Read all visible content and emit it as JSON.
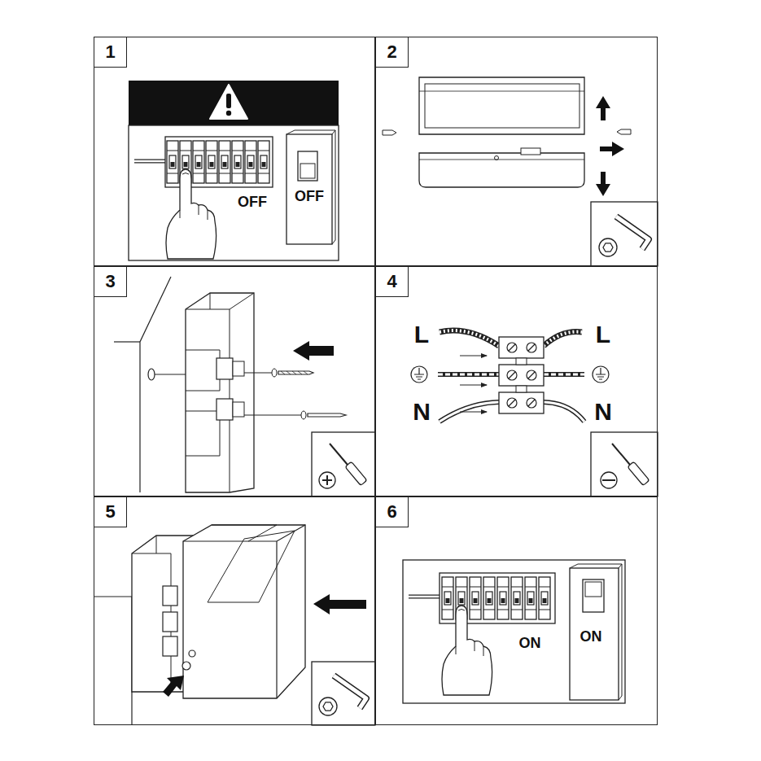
{
  "diagram": {
    "nodes": [
      {
        "text": [
          "1"
        ]
      },
      {
        "text": [
          "2"
        ]
      },
      {
        "text": [
          "3"
        ]
      },
      {
        "text": [
          "4"
        ]
      },
      {
        "text": [
          "5"
        ]
      },
      {
        "text": [
          "6"
        ]
      }
    ],
    "labels": [
      "OFF",
      "OFF",
      "L",
      "L",
      "N",
      "N",
      "ON",
      "ON"
    ]
  }
}
